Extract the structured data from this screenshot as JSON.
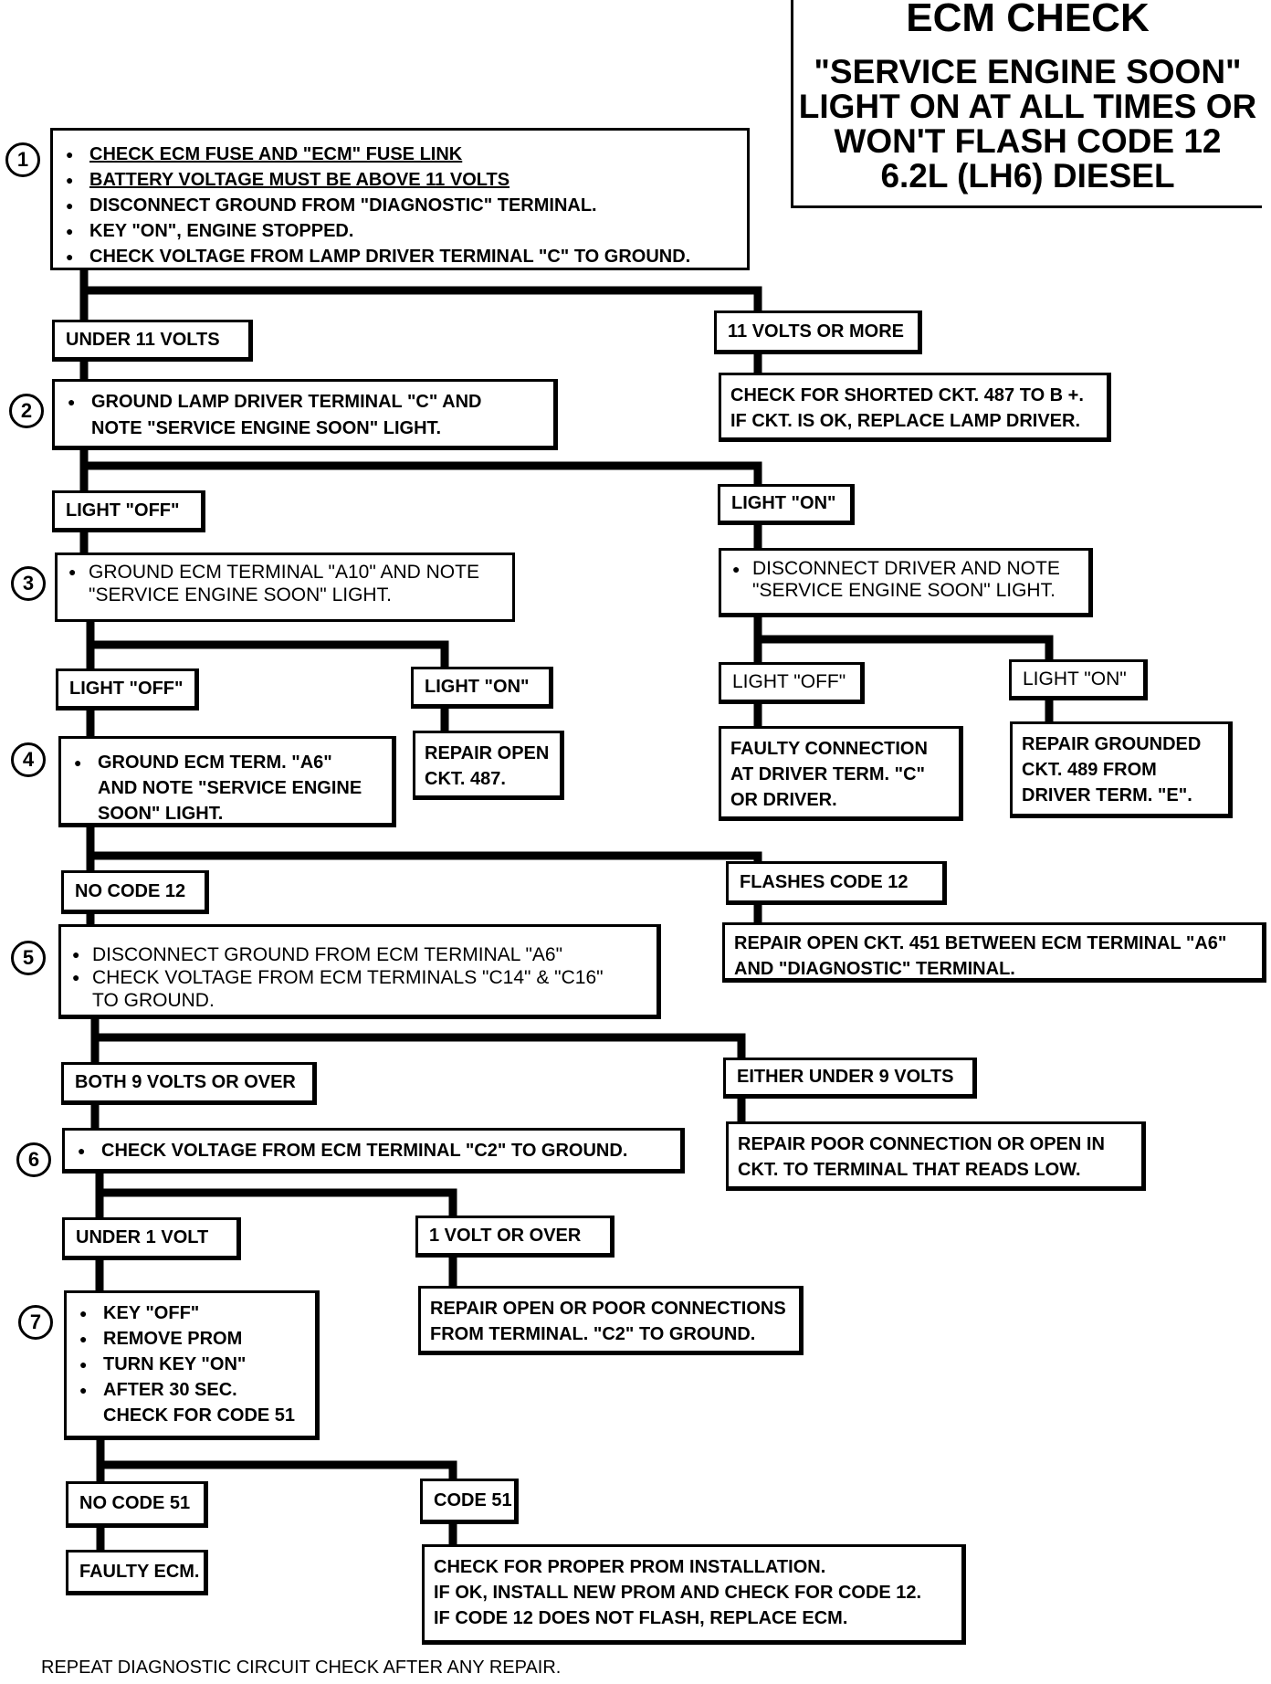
{
  "title": {
    "main": "ECM CHECK",
    "line1": "\"SERVICE ENGINE SOON\"",
    "line2": "LIGHT ON AT ALL TIMES OR",
    "line3": "WON'T FLASH CODE 12",
    "line4": "6.2L (LH6) DIESEL"
  },
  "steps": [
    "1",
    "2",
    "3",
    "4",
    "5",
    "6",
    "7"
  ],
  "step1": [
    "CHECK ECM FUSE AND \"ECM\" FUSE LINK",
    "BATTERY VOLTAGE MUST BE ABOVE 11 VOLTS",
    "DISCONNECT GROUND FROM \"DIAGNOSTIC\" TERMINAL.",
    "KEY \"ON\", ENGINE STOPPED.",
    "CHECK VOLTAGE FROM LAMP DRIVER TERMINAL \"C\" TO GROUND."
  ],
  "branch1": {
    "left": "UNDER 11 VOLTS",
    "right": "11 VOLTS OR MORE"
  },
  "step2": [
    "GROUND LAMP DRIVER TERMINAL \"C\" AND",
    "NOTE \"SERVICE ENGINE SOON\" LIGHT."
  ],
  "shorted_check": [
    "CHECK  FOR SHORTED CKT. 487 TO B +.",
    "IF CKT. IS OK, REPLACE LAMP DRIVER."
  ],
  "branch2": {
    "left": "LIGHT \"OFF\"",
    "right": "LIGHT \"ON\""
  },
  "step3": [
    "GROUND ECM TERMINAL \"A10\" AND NOTE",
    "\"SERVICE ENGINE SOON\" LIGHT."
  ],
  "disconnect_driver": [
    "DISCONNECT DRIVER AND NOTE",
    "\"SERVICE ENGINE SOON\" LIGHT."
  ],
  "branch3": {
    "left_off": "LIGHT \"OFF\"",
    "left_on": "LIGHT \"ON\"",
    "right_off": "LIGHT \"OFF\"",
    "right_on": "LIGHT \"ON\""
  },
  "step4": [
    "GROUND  ECM TERM. \"A6\"",
    "AND NOTE \"SERVICE ENGINE",
    "SOON\" LIGHT."
  ],
  "repair_open_487": [
    "REPAIR OPEN",
    "CKT. 487."
  ],
  "faulty_connection": [
    "FAULTY CONNECTION",
    "AT DRIVER TERM. \"C\"",
    "OR DRIVER."
  ],
  "repair_grounded": [
    "REPAIR GROUNDED",
    "CKT. 489 FROM",
    "DRIVER TERM. \"E\"."
  ],
  "branch4": {
    "left": "NO CODE 12",
    "right": "FLASHES CODE 12"
  },
  "repair_open_451": [
    "REPAIR OPEN CKT. 451 BETWEEN ECM TERMINAL \"A6\"",
    "AND \"DIAGNOSTIC\" TERMINAL."
  ],
  "step5": [
    "DISCONNECT GROUND FROM ECM TERMINAL \"A6\"",
    "CHECK VOLTAGE FROM ECM TERMINALS \"C14\" & \"C16\"",
    "TO GROUND."
  ],
  "branch5": {
    "left": "BOTH 9 VOLTS OR OVER",
    "right": "EITHER UNDER 9 VOLTS"
  },
  "repair_poor": [
    "REPAIR POOR CONNECTION OR OPEN IN",
    "CKT. TO TERMINAL THAT READS LOW."
  ],
  "step6": [
    "CHECK VOLTAGE FROM ECM TERMINAL \"C2\" TO GROUND."
  ],
  "branch6": {
    "left": "UNDER 1 VOLT",
    "right": "1 VOLT OR OVER"
  },
  "repair_open_c2": [
    "REPAIR OPEN OR POOR CONNECTIONS",
    "FROM TERMINAL. \"C2\" TO GROUND."
  ],
  "step7": [
    "KEY \"OFF\"",
    "REMOVE PROM",
    "TURN KEY \"ON\"",
    "AFTER 30 SEC.",
    "CHECK FOR CODE 51"
  ],
  "branch7": {
    "left": "NO CODE 51",
    "right": "CODE 51"
  },
  "faulty_ecm": "FAULTY ECM.",
  "prom_check": [
    "CHECK FOR PROPER PROM INSTALLATION.",
    "IF OK, INSTALL NEW PROM AND CHECK FOR CODE 12.",
    "IF CODE 12 DOES NOT FLASH, REPLACE ECM."
  ],
  "footer": "REPEAT DIAGNOSTIC CIRCUIT CHECK AFTER ANY REPAIR."
}
